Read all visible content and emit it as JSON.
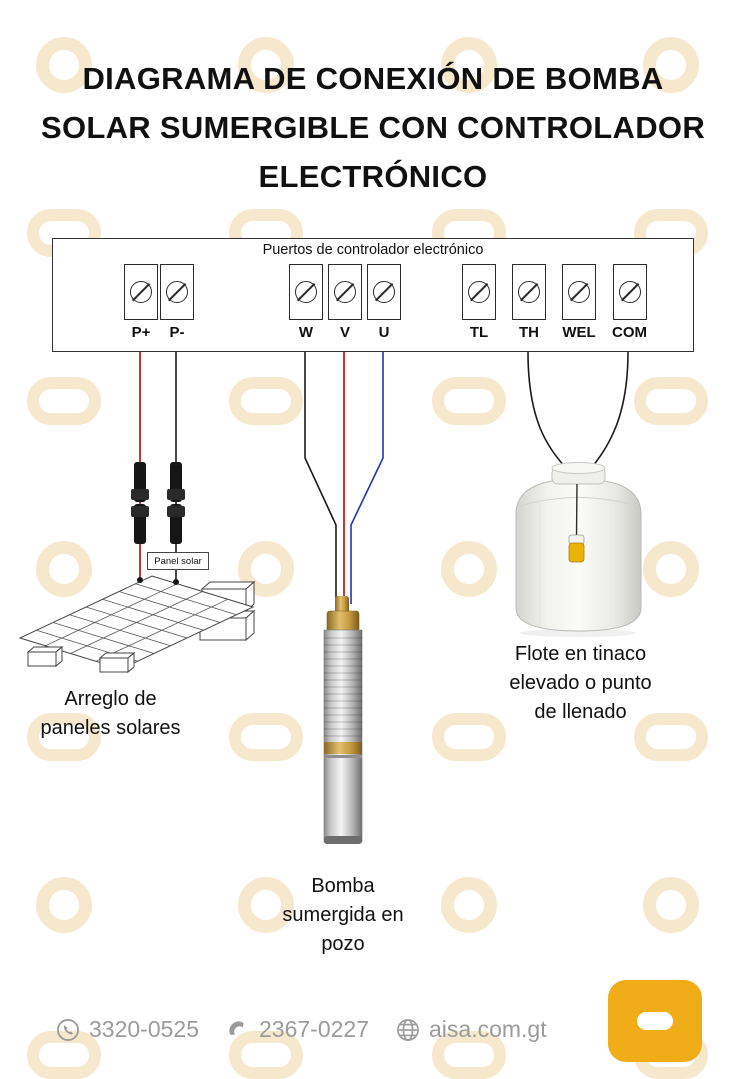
{
  "title": "DIAGRAMA DE CONEXIÓN DE BOMBA\nSOLAR SUMERGIBLE CON CONTROLADOR\nELECTRÓNICO",
  "controller": {
    "box_label": "Puertos de controlador electrónico",
    "terminals": [
      "P+",
      "P-",
      "W",
      "V",
      "U",
      "TL",
      "TH",
      "WEL",
      "COM"
    ]
  },
  "solar_panel": {
    "tag": "Panel solar",
    "caption": "Arreglo de\npaneles solares"
  },
  "pump": {
    "caption": "Bomba\nsumergida en\npozo"
  },
  "tank": {
    "caption": "Flote en tinaco\nelevado o punto\nde llenado"
  },
  "footer": {
    "phone_whatsapp": "3320-0525",
    "phone_landline": "2367-0227",
    "website": "aisa.com.gt"
  },
  "colors": {
    "wire_positive": "#c00000",
    "wire_negative": "#1a1a1a",
    "wire_phase_u": "#2233b0",
    "brand_yellow": "#f0ad18",
    "watermark": "#f5e8cc",
    "float_yellow": "#eab308"
  }
}
